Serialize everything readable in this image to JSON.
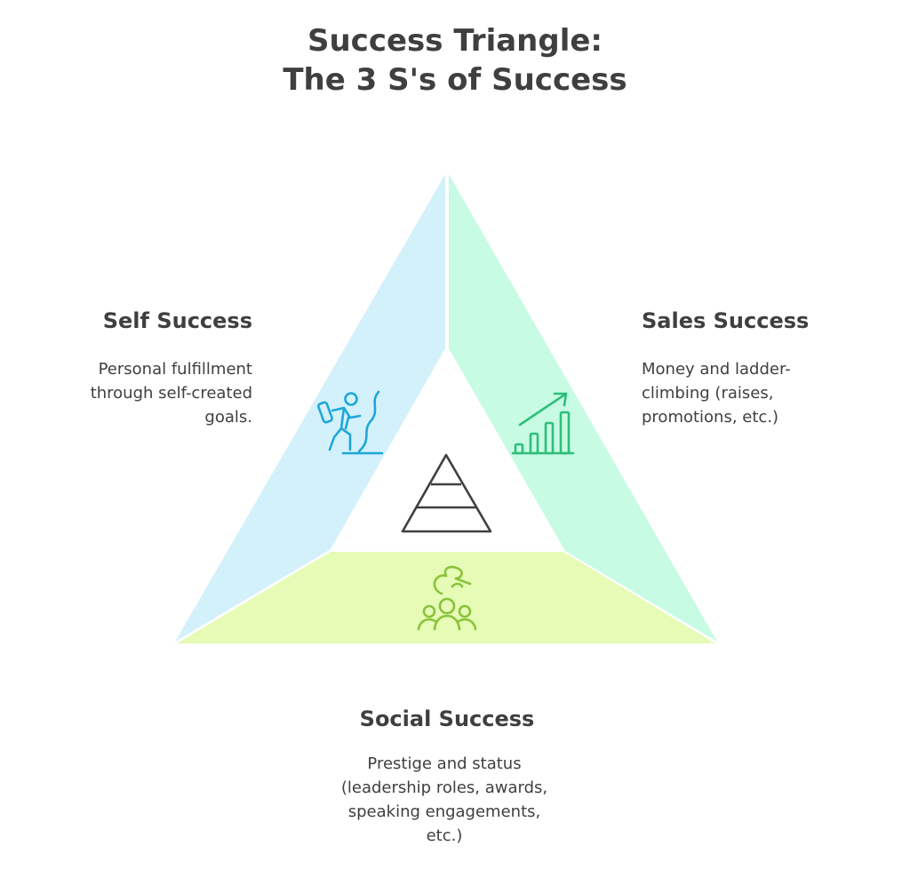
{
  "title": {
    "line1": "Success Triangle:",
    "line2": "The 3 S's of Success"
  },
  "sections": {
    "self": {
      "heading": "Self Success",
      "description_lines": [
        "Personal fulfillment",
        "through self-created",
        "goals."
      ],
      "color": "#d3f1fb",
      "icon": "climber-icon",
      "icon_color": "#1ea7d8"
    },
    "sales": {
      "heading": "Sales Success",
      "description_lines": [
        "Money and ladder-",
        "climbing (raises,",
        "promotions, etc.)"
      ],
      "color": "#c8fbe4",
      "icon": "growth-chart-icon",
      "icon_color": "#2dbf7a"
    },
    "social": {
      "heading": "Social Success",
      "description_lines": [
        "Prestige and status",
        "(leadership roles, awards,",
        "speaking engagements,",
        "etc.)"
      ],
      "color": "#e5fbb6",
      "icon": "group-recognition-icon",
      "icon_color": "#8ac23a"
    }
  },
  "center_icon": "pyramid-icon"
}
